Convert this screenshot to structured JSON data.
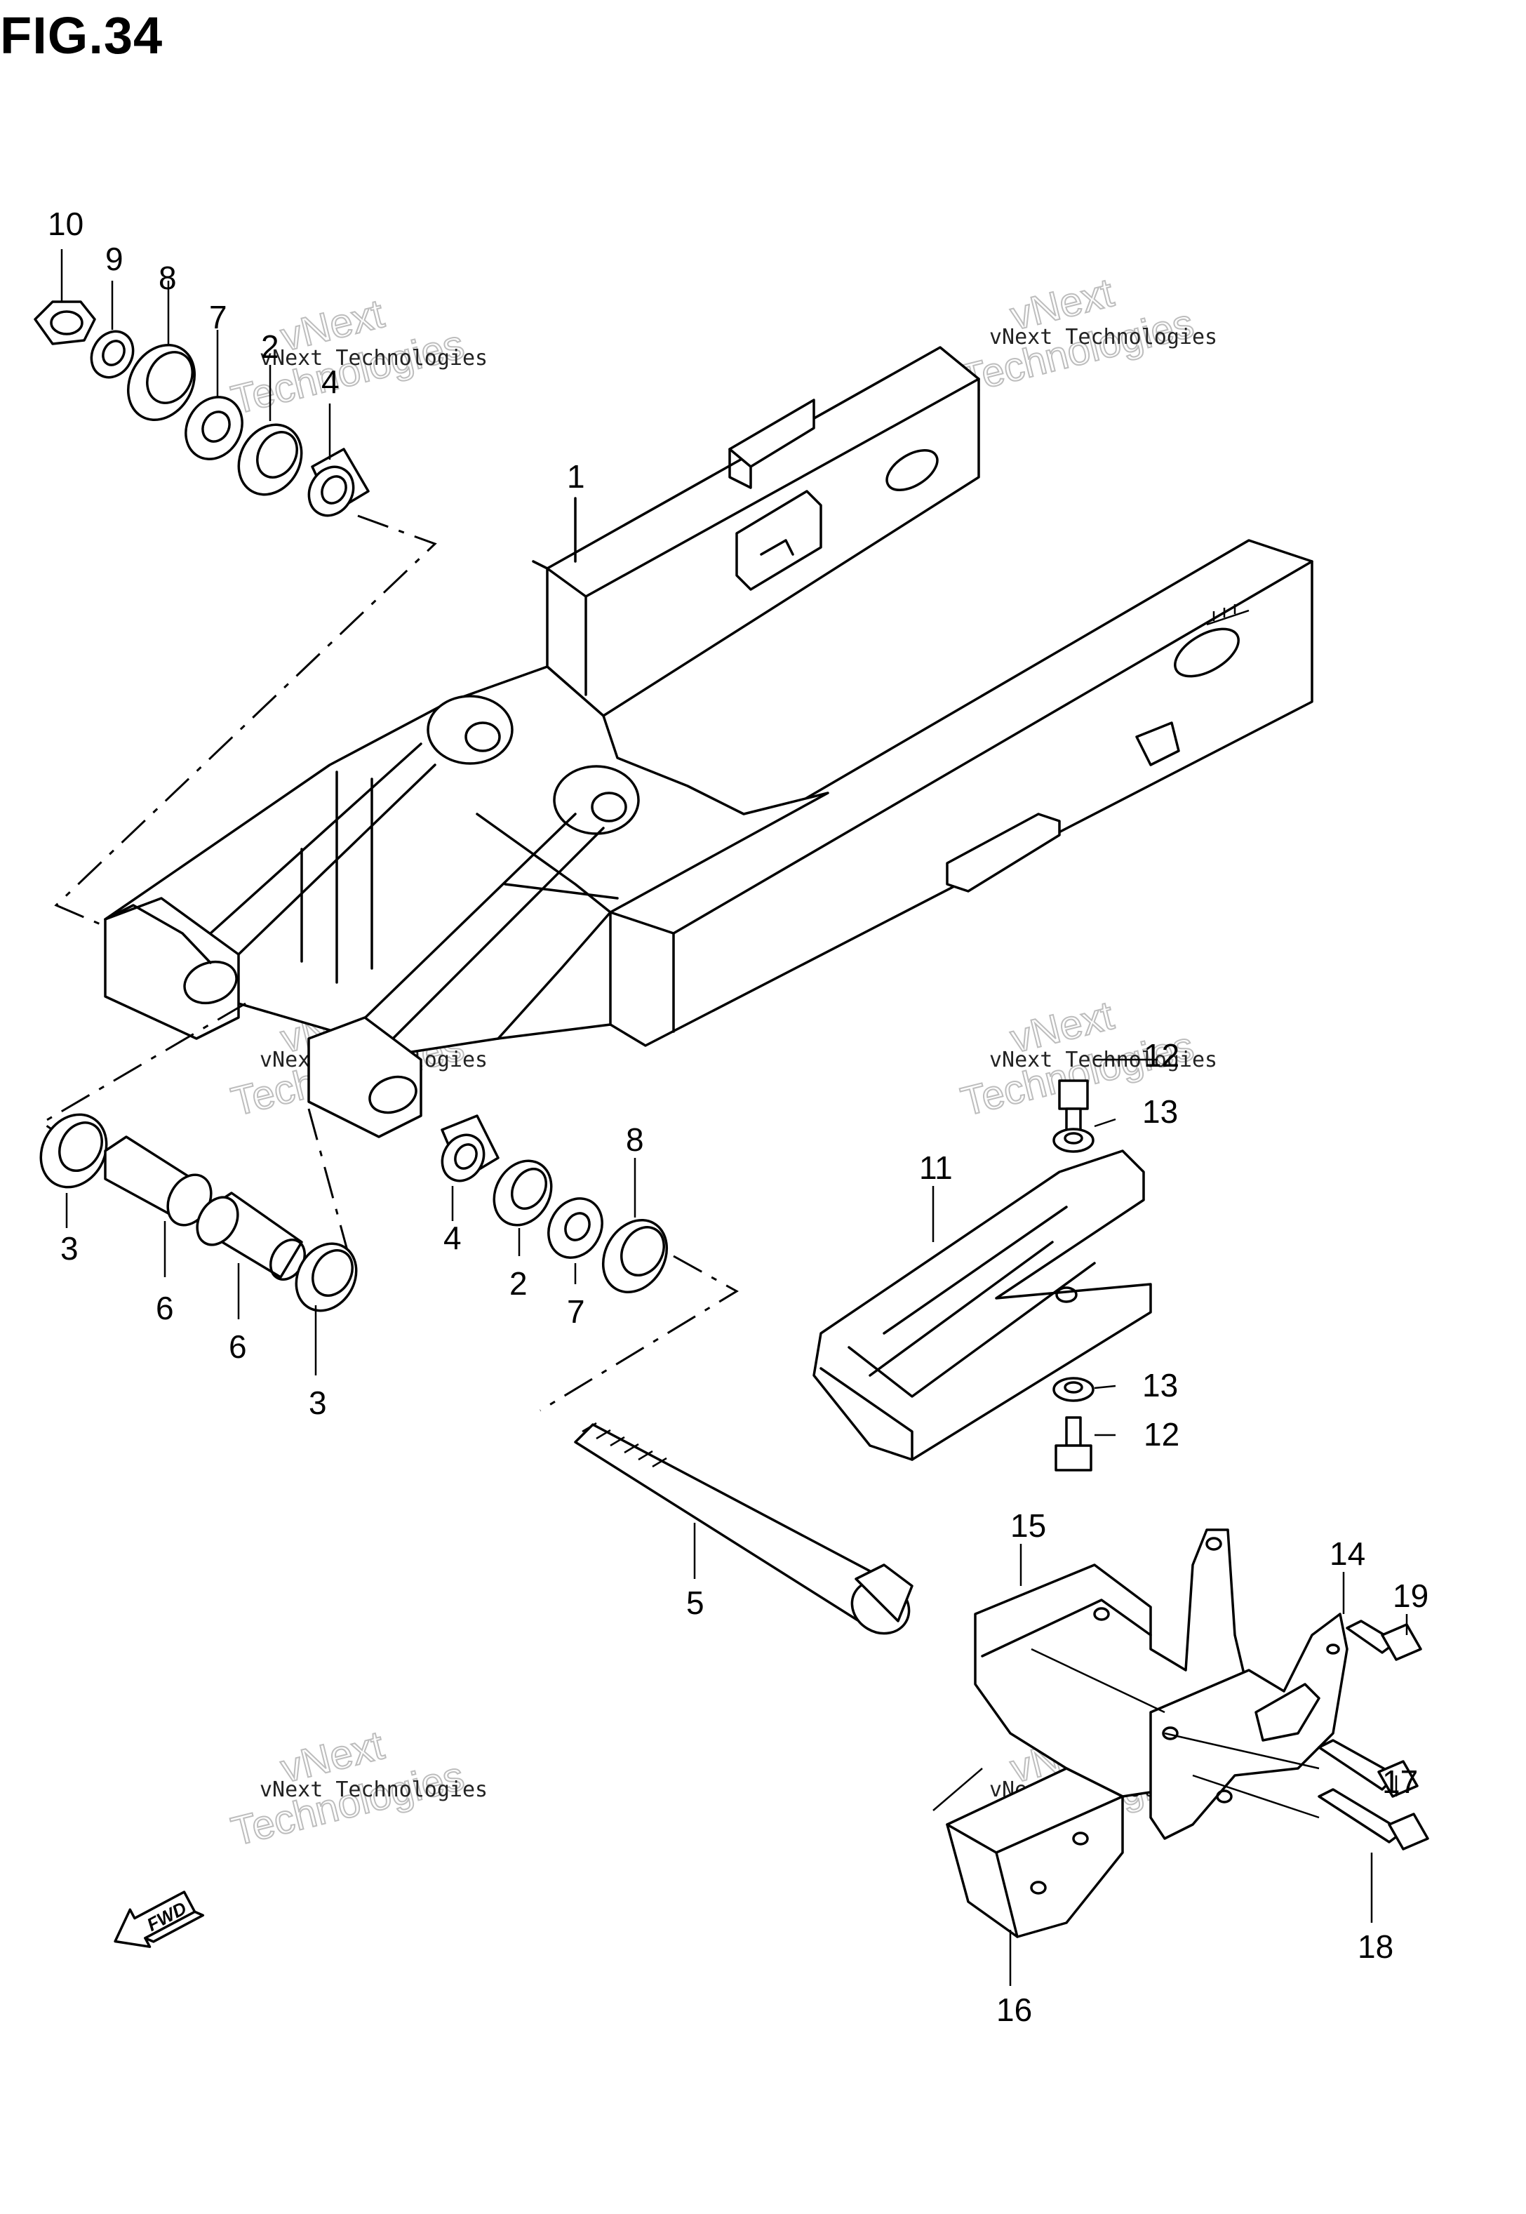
{
  "figure": {
    "title": "FIG.34"
  },
  "watermark": {
    "line1": "vNext Technologies",
    "line2": "Technologies",
    "line3": "vNext"
  },
  "fwd_arrow": {
    "label": "FWD",
    "icon": "forward-arrow-icon"
  },
  "callouts": [
    {
      "id": "c10",
      "number": "10"
    },
    {
      "id": "c9",
      "number": "9"
    },
    {
      "id": "c8a",
      "number": "8"
    },
    {
      "id": "c7a",
      "number": "7"
    },
    {
      "id": "c2a",
      "number": "2"
    },
    {
      "id": "c4a",
      "number": "4"
    },
    {
      "id": "c1",
      "number": "1"
    },
    {
      "id": "c3a",
      "number": "3"
    },
    {
      "id": "c6a",
      "number": "6"
    },
    {
      "id": "c6b",
      "number": "6"
    },
    {
      "id": "c3b",
      "number": "3"
    },
    {
      "id": "c4b",
      "number": "4"
    },
    {
      "id": "c2b",
      "number": "2"
    },
    {
      "id": "c7b",
      "number": "7"
    },
    {
      "id": "c8b",
      "number": "8"
    },
    {
      "id": "c5",
      "number": "5"
    },
    {
      "id": "c11",
      "number": "11"
    },
    {
      "id": "c12a",
      "number": "12"
    },
    {
      "id": "c13a",
      "number": "13"
    },
    {
      "id": "c13b",
      "number": "13"
    },
    {
      "id": "c12b",
      "number": "12"
    },
    {
      "id": "c15",
      "number": "15"
    },
    {
      "id": "c14",
      "number": "14"
    },
    {
      "id": "c19",
      "number": "19"
    },
    {
      "id": "c17",
      "number": "17"
    },
    {
      "id": "c16",
      "number": "16"
    },
    {
      "id": "c18",
      "number": "18"
    }
  ]
}
